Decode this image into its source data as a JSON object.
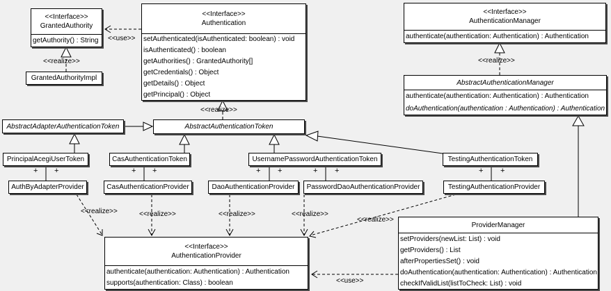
{
  "diagram_title": "Acegi authentication UML class diagram",
  "colors": {
    "background": "#f0f0f0",
    "box_fill": "#ffffff",
    "box_border": "#000000",
    "box_shadow": "#4a4a4a",
    "line": "#000000"
  },
  "edge_labels": {
    "use": "<<use>>",
    "realize": "<<realize>>",
    "plus": "+"
  },
  "classes": {
    "granted_authority": {
      "stereotype": "<<Interface>>",
      "name": "GrantedAuthority",
      "methods": [
        "getAuthority() : String"
      ]
    },
    "granted_authority_impl": {
      "name": "GrantedAuthorityImpl"
    },
    "authentication": {
      "stereotype": "<<Interface>>",
      "name": "Authentication",
      "methods": [
        "setAuthenticated(isAuthenticated: boolean) : void",
        "isAuthenticated() : boolean",
        "getAuthorities() : GrantedAuthority[]",
        "getCredentials() : Object",
        "getDetails() : Object",
        "getPrincipal() : Object"
      ]
    },
    "authentication_manager": {
      "stereotype": "<<Interface>>",
      "name": "AuthenticationManager",
      "methods": [
        "authenticate(authentication: Authentication) : Authentication"
      ]
    },
    "abstract_authentication_manager": {
      "name": "AbstractAuthenticationManager",
      "methods": [
        "authenticate(authentication: Authentication) : Authentication",
        "doAuthentication(authentication : Authentication) : Authentication"
      ]
    },
    "abstract_adapter_authentication_token": {
      "name": "AbstractAdapterAuthenticationToken"
    },
    "abstract_authentication_token": {
      "name": "AbstractAuthenticationToken"
    },
    "principal_acegi_user_token": {
      "name": "PrincipalAcegiUserToken"
    },
    "cas_authentication_token": {
      "name": "CasAuthenticationToken"
    },
    "username_password_authentication_token": {
      "name": "UsernamePasswordAuthenticationToken"
    },
    "testing_authentication_token": {
      "name": "TestingAuthenticationToken"
    },
    "auth_by_adapter_provider": {
      "name": "AuthByAdapterProvider"
    },
    "cas_authentication_provider": {
      "name": "CasAuthenticationProvider"
    },
    "dao_authentication_provider": {
      "name": "DaoAuthenticationProvider"
    },
    "password_dao_authentication_provider": {
      "name": "PasswordDaoAuthenticationProvider"
    },
    "testing_authentication_provider": {
      "name": "TestingAuthenticationProvider"
    },
    "authentication_provider": {
      "stereotype": "<<Interface>>",
      "name": "AuthenticationProvider",
      "methods": [
        "authenticate(authentication: Authentication) : Authentication",
        "supports(authentication: Class) : boolean"
      ]
    },
    "provider_manager": {
      "name": "ProviderManager",
      "methods": [
        "setProviders(newList: List) : void",
        "getProviders() : List",
        "afterPropertiesSet() : void",
        "doAuthentication(authentication: Authentication) : Authentication",
        "checkIfValidList(listToCheck: List) : void"
      ]
    }
  },
  "relationships": [
    {
      "type": "realize",
      "from": "GrantedAuthorityImpl",
      "to": "GrantedAuthority"
    },
    {
      "type": "use",
      "from": "Authentication",
      "to": "GrantedAuthority"
    },
    {
      "type": "realize",
      "from": "AbstractAuthenticationToken",
      "to": "Authentication"
    },
    {
      "type": "realize",
      "from": "AbstractAuthenticationManager",
      "to": "AuthenticationManager"
    },
    {
      "type": "generalization",
      "from": "AbstractAdapterAuthenticationToken",
      "to": "AbstractAuthenticationToken"
    },
    {
      "type": "generalization",
      "from": "PrincipalAcegiUserToken",
      "to": "AbstractAdapterAuthenticationToken"
    },
    {
      "type": "generalization",
      "from": "CasAuthenticationToken",
      "to": "AbstractAuthenticationToken"
    },
    {
      "type": "generalization",
      "from": "UsernamePasswordAuthenticationToken",
      "to": "AbstractAuthenticationToken"
    },
    {
      "type": "generalization",
      "from": "TestingAuthenticationToken",
      "to": "AbstractAuthenticationToken"
    },
    {
      "type": "generalization",
      "from": "ProviderManager",
      "to": "AbstractAuthenticationManager"
    },
    {
      "type": "association",
      "from": "PrincipalAcegiUserToken",
      "to": "AuthByAdapterProvider",
      "ends": "+ +"
    },
    {
      "type": "association",
      "from": "CasAuthenticationToken",
      "to": "CasAuthenticationProvider",
      "ends": "+ +"
    },
    {
      "type": "association",
      "from": "UsernamePasswordAuthenticationToken",
      "to": "DaoAuthenticationProvider",
      "ends": "+ +"
    },
    {
      "type": "association",
      "from": "UsernamePasswordAuthenticationToken",
      "to": "PasswordDaoAuthenticationProvider",
      "ends": "+ +"
    },
    {
      "type": "association",
      "from": "TestingAuthenticationToken",
      "to": "TestingAuthenticationProvider",
      "ends": "+ +"
    },
    {
      "type": "realize",
      "from": "AuthByAdapterProvider",
      "to": "AuthenticationProvider"
    },
    {
      "type": "realize",
      "from": "CasAuthenticationProvider",
      "to": "AuthenticationProvider"
    },
    {
      "type": "realize",
      "from": "DaoAuthenticationProvider",
      "to": "AuthenticationProvider"
    },
    {
      "type": "realize",
      "from": "PasswordDaoAuthenticationProvider",
      "to": "AuthenticationProvider"
    },
    {
      "type": "realize",
      "from": "TestingAuthenticationProvider",
      "to": "AuthenticationProvider"
    },
    {
      "type": "use",
      "from": "ProviderManager",
      "to": "AuthenticationProvider"
    }
  ]
}
